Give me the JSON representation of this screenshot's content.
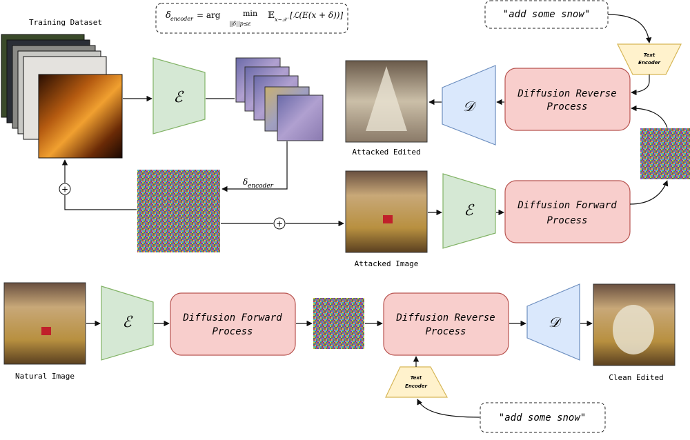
{
  "labels": {
    "training_dataset": "Training Dataset",
    "attacked_edited": "Attacked Edited",
    "attacked_image": "Attacked Image",
    "natural_image": "Natural Image",
    "clean_edited": "Clean Edited"
  },
  "formula": {
    "lhs": "δ",
    "lhs_sub": "encoder",
    "eq": " = arg ",
    "min": "min",
    "min_sub": "||δ||p≤ε",
    "expect": "𝔼",
    "expect_sub": "x∼𝒳",
    "body": "[ℒ(E(x + δ))]"
  },
  "delta_label": {
    "main": "δ",
    "sub": "encoder"
  },
  "prompts": {
    "top": "\"add some snow\"",
    "bottom": "\"add some snow\""
  },
  "text_encoder": {
    "line1": "Text",
    "line2": "Encoder"
  },
  "blocks": {
    "encoder_symbol": "ℰ",
    "decoder_symbol": "𝒟",
    "forward_line1": "Diffusion Forward",
    "forward_line2": "Process",
    "reverse_line1": "Diffusion Reverse",
    "reverse_line2": "Process"
  },
  "ops": {
    "plus": "+"
  },
  "colors": {
    "encoder_fill": "#d5e8d4",
    "encoder_stroke": "#82b366",
    "decoder_fill": "#dae8fc",
    "decoder_stroke": "#6c8ebf",
    "process_fill": "#f8cecc",
    "process_stroke": "#b85450",
    "text_encoder_fill": "#fff2cc",
    "text_encoder_stroke": "#d6b656"
  }
}
